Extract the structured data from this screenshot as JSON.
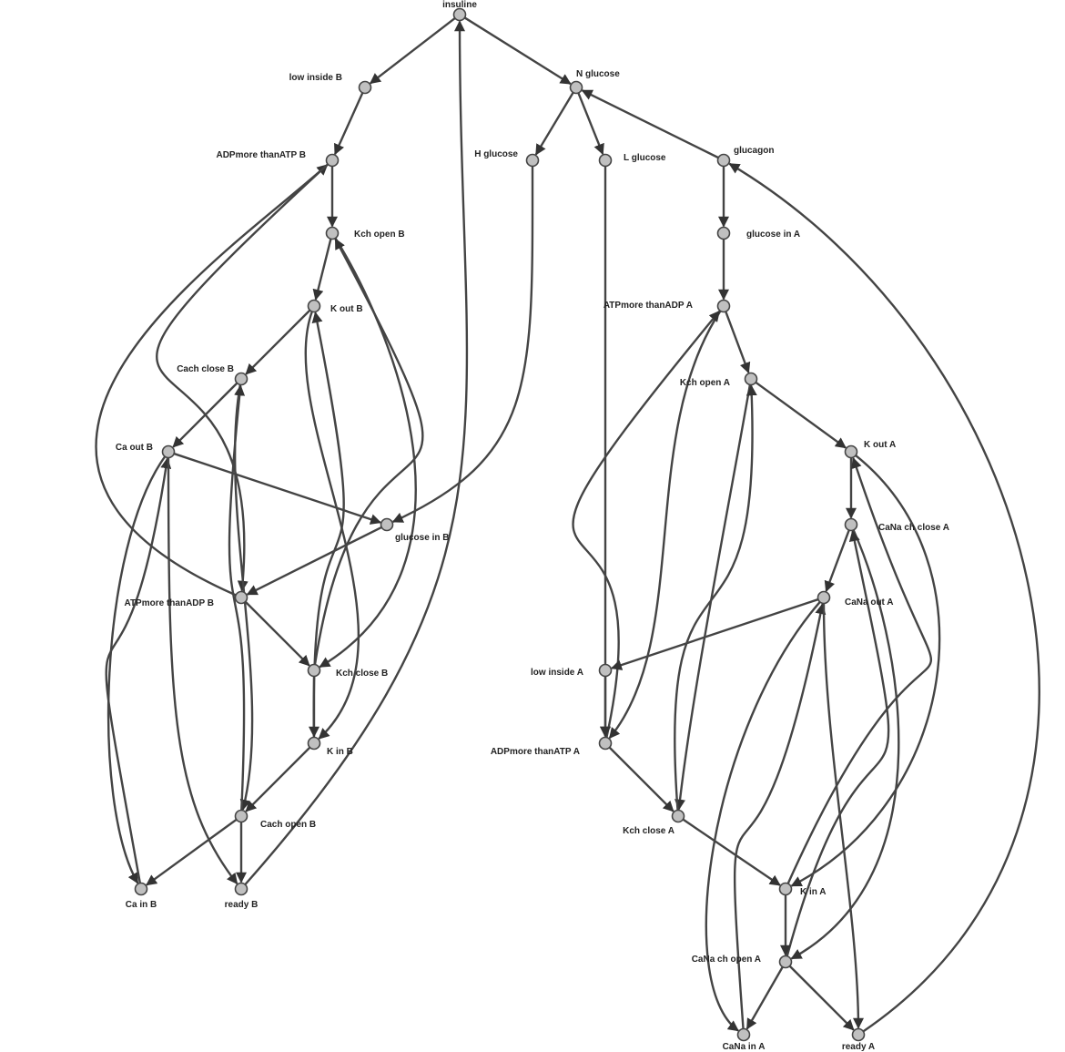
{
  "diagram": {
    "nodes": [
      {
        "id": "insuline",
        "label": "insuline"
      },
      {
        "id": "low_inside_B",
        "label": "low  inside  B"
      },
      {
        "id": "N_glucose",
        "label": "N  glucose"
      },
      {
        "id": "ADP_B",
        "label": "ADPmore  thanATP  B"
      },
      {
        "id": "H_glucose",
        "label": "H  glucose"
      },
      {
        "id": "L_glucose",
        "label": "L  glucose"
      },
      {
        "id": "glucagon",
        "label": "glucagon"
      },
      {
        "id": "Kch_open_B",
        "label": "Kch  open  B"
      },
      {
        "id": "glucose_in_A",
        "label": "glucose  in  A"
      },
      {
        "id": "K_out_B",
        "label": "K  out  B"
      },
      {
        "id": "ATP_A",
        "label": "ATPmore  thanADP  A"
      },
      {
        "id": "Cach_close_B",
        "label": "Cach  close  B"
      },
      {
        "id": "Kch_open_A",
        "label": "Kch  open  A"
      },
      {
        "id": "Ca_out_B",
        "label": "Ca  out  B"
      },
      {
        "id": "K_out_A",
        "label": "K  out  A"
      },
      {
        "id": "glucose_in_B",
        "label": "glucose  in  B"
      },
      {
        "id": "CaNa_ch_close_A",
        "label": "CaNa  ch  close  A"
      },
      {
        "id": "ATP_B",
        "label": "ATPmore  thanADP  B"
      },
      {
        "id": "CaNa_out_A",
        "label": "CaNa  out  A"
      },
      {
        "id": "Kch_close_B",
        "label": "Kch  close  B"
      },
      {
        "id": "low_inside_A",
        "label": "low  inside  A"
      },
      {
        "id": "K_in_B",
        "label": "K  in  B"
      },
      {
        "id": "ADP_A",
        "label": "ADPmore  thanATP  A"
      },
      {
        "id": "Cach_open_B",
        "label": "Cach  open  B"
      },
      {
        "id": "Kch_close_A",
        "label": "Kch  close  A"
      },
      {
        "id": "Ca_in_B",
        "label": "Ca  in  B"
      },
      {
        "id": "ready_B",
        "label": "ready  B"
      },
      {
        "id": "K_in_A",
        "label": "K  in  A"
      },
      {
        "id": "CaNa_ch_open_A",
        "label": "CaNa  ch  open  A"
      },
      {
        "id": "CaNa_in_A",
        "label": "CaNa  in  A"
      },
      {
        "id": "ready_A",
        "label": "ready  A"
      }
    ],
    "edges": [
      {
        "from": "insuline",
        "to": "low_inside_B"
      },
      {
        "from": "insuline",
        "to": "N_glucose"
      },
      {
        "from": "ready_B",
        "to": "insuline"
      },
      {
        "from": "low_inside_B",
        "to": "ADP_B"
      },
      {
        "from": "N_glucose",
        "to": "H_glucose"
      },
      {
        "from": "N_glucose",
        "to": "L_glucose"
      },
      {
        "from": "glucagon",
        "to": "N_glucose"
      },
      {
        "from": "ADP_B",
        "to": "Kch_open_B"
      },
      {
        "from": "ATP_B",
        "to": "ADP_B"
      },
      {
        "from": "ADP_B",
        "to": "ATP_B"
      },
      {
        "from": "H_glucose",
        "to": "glucose_in_B"
      },
      {
        "from": "L_glucose",
        "to": "ADP_A"
      },
      {
        "from": "glucagon",
        "to": "glucose_in_A"
      },
      {
        "from": "ready_A",
        "to": "glucagon"
      },
      {
        "from": "Kch_open_B",
        "to": "K_out_B"
      },
      {
        "from": "Kch_open_B",
        "to": "Kch_close_B"
      },
      {
        "from": "Kch_close_B",
        "to": "Kch_open_B"
      },
      {
        "from": "K_out_B",
        "to": "Cach_close_B"
      },
      {
        "from": "K_out_B",
        "to": "K_in_B"
      },
      {
        "from": "K_in_B",
        "to": "K_out_B"
      },
      {
        "from": "Cach_close_B",
        "to": "Ca_out_B"
      },
      {
        "from": "Cach_close_B",
        "to": "Cach_open_B"
      },
      {
        "from": "Cach_open_B",
        "to": "Cach_close_B"
      },
      {
        "from": "Ca_out_B",
        "to": "glucose_in_B"
      },
      {
        "from": "Ca_out_B",
        "to": "Ca_in_B"
      },
      {
        "from": "Ca_in_B",
        "to": "Ca_out_B"
      },
      {
        "from": "Ca_out_B",
        "to": "ready_B"
      },
      {
        "from": "glucose_in_B",
        "to": "ATP_B"
      },
      {
        "from": "ATP_B",
        "to": "Kch_close_B"
      },
      {
        "from": "Kch_close_B",
        "to": "K_in_B"
      },
      {
        "from": "K_in_B",
        "to": "Cach_open_B"
      },
      {
        "from": "Cach_open_B",
        "to": "Ca_in_B"
      },
      {
        "from": "Cach_open_B",
        "to": "ready_B"
      },
      {
        "from": "glucose_in_A",
        "to": "ATP_A"
      },
      {
        "from": "ATP_A",
        "to": "Kch_open_A"
      },
      {
        "from": "ATP_A",
        "to": "ADP_A"
      },
      {
        "from": "ADP_A",
        "to": "ATP_A"
      },
      {
        "from": "Kch_open_A",
        "to": "K_out_A"
      },
      {
        "from": "Kch_open_A",
        "to": "Kch_close_A"
      },
      {
        "from": "Kch_close_A",
        "to": "Kch_open_A"
      },
      {
        "from": "K_out_A",
        "to": "CaNa_ch_close_A"
      },
      {
        "from": "K_out_A",
        "to": "K_in_A"
      },
      {
        "from": "K_in_A",
        "to": "K_out_A"
      },
      {
        "from": "CaNa_ch_close_A",
        "to": "CaNa_out_A"
      },
      {
        "from": "CaNa_ch_close_A",
        "to": "CaNa_ch_open_A"
      },
      {
        "from": "CaNa_ch_open_A",
        "to": "CaNa_ch_close_A"
      },
      {
        "from": "CaNa_out_A",
        "to": "low_inside_A"
      },
      {
        "from": "CaNa_out_A",
        "to": "CaNa_in_A"
      },
      {
        "from": "CaNa_in_A",
        "to": "CaNa_out_A"
      },
      {
        "from": "CaNa_out_A",
        "to": "ready_A"
      },
      {
        "from": "low_inside_A",
        "to": "ADP_A"
      },
      {
        "from": "ADP_A",
        "to": "Kch_close_A"
      },
      {
        "from": "Kch_close_A",
        "to": "K_in_A"
      },
      {
        "from": "K_in_A",
        "to": "CaNa_ch_open_A"
      },
      {
        "from": "CaNa_ch_open_A",
        "to": "CaNa_in_A"
      },
      {
        "from": "CaNa_ch_open_A",
        "to": "ready_A"
      }
    ]
  }
}
